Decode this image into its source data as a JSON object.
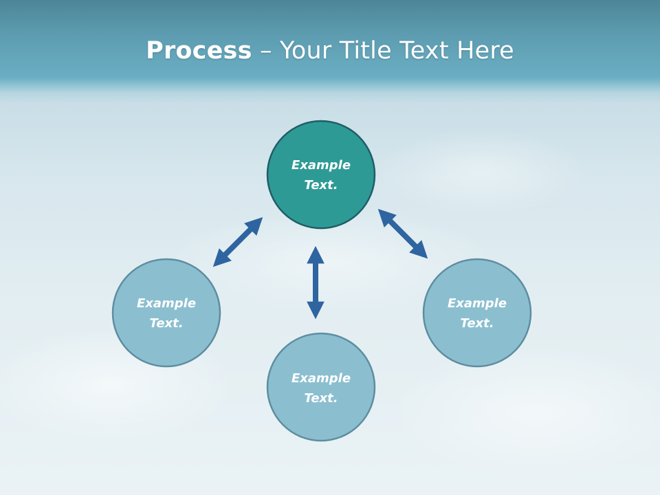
{
  "title": {
    "bold": "Process",
    "rest": " – Your Title Text Here"
  },
  "nodes": [
    {
      "line1": "Example",
      "line2": "Text.",
      "fill": "#2e9a96",
      "stroke": "#1f5e66"
    },
    {
      "line1": "Example",
      "line2": "Text.",
      "fill": "#8bbfd0",
      "stroke": "#5e8da0"
    },
    {
      "line1": "Example",
      "line2": "Text.",
      "fill": "#8bbfd0",
      "stroke": "#5e8da0"
    },
    {
      "line1": "Example",
      "line2": "Text.",
      "fill": "#8bbfd0",
      "stroke": "#5e8da0"
    }
  ],
  "colors": {
    "arrow": "#2e64a0",
    "header": "#5e9db1"
  }
}
